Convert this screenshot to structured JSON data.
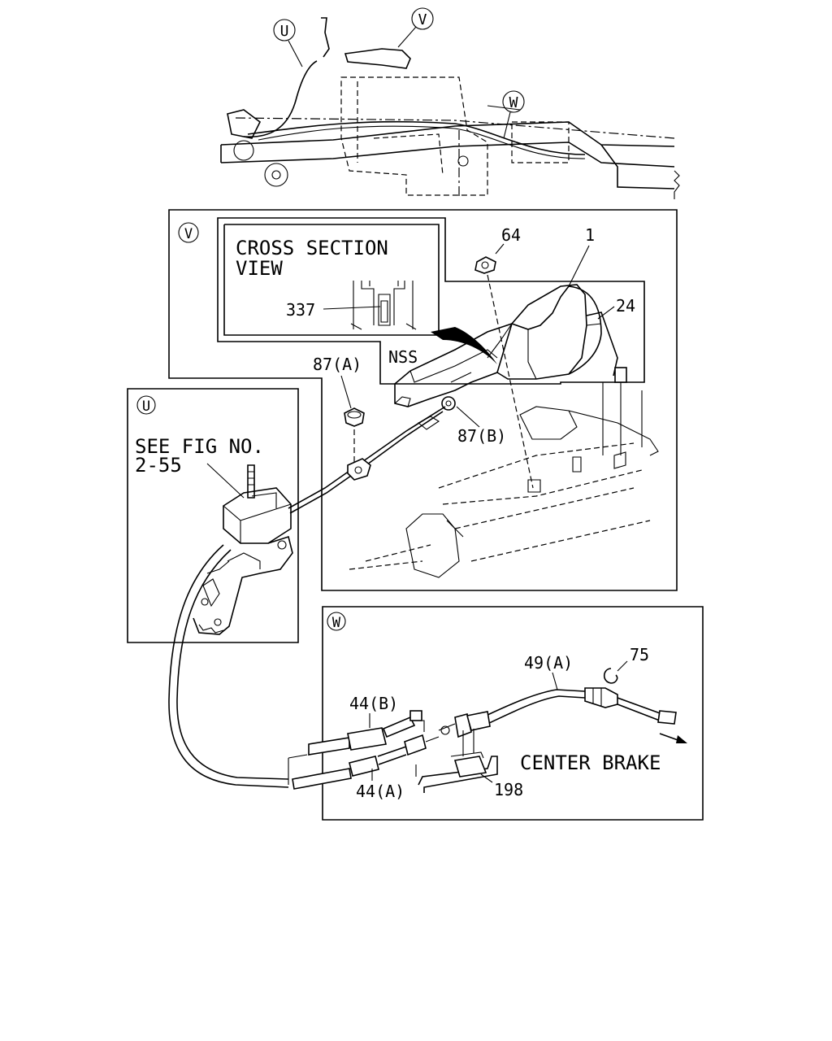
{
  "callouts": {
    "u": "U",
    "v": "V",
    "w": "W"
  },
  "cross_section": {
    "line1": "CROSS SECTION",
    "line2": "VIEW",
    "part": "337"
  },
  "see_fig": {
    "line1": "SEE FIG NO.",
    "line2": "2-55"
  },
  "parts": {
    "p1": "1",
    "p24": "24",
    "p64": "64",
    "nss": "NSS",
    "p87a": "87(A)",
    "p87b": "87(B)",
    "p44b": "44(B)",
    "p44a": "44(A)",
    "p49a": "49(A)",
    "p75": "75",
    "p198": "198"
  },
  "center_brake": "CENTER BRAKE"
}
